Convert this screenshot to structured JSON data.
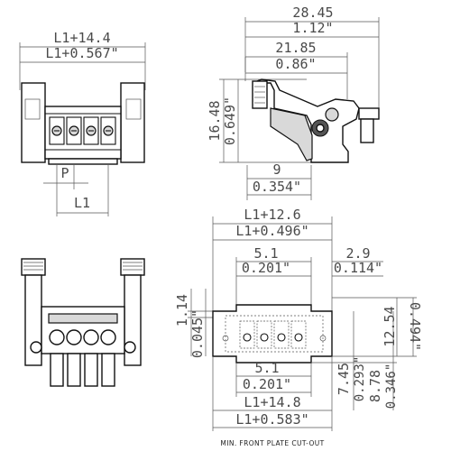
{
  "top_left": {
    "width_mm": "L1+14.4",
    "width_in": "L1+0.567\"",
    "pitch_label": "P",
    "l1_label": "L1"
  },
  "top_right": {
    "overall_mm": "28.45",
    "overall_in": "1.12\"",
    "width_mm": "21.85",
    "width_in": "0.86\"",
    "height_mm": "16.48",
    "height_in": "0.649\"",
    "offset_mm": "9",
    "offset_in": "0.354\""
  },
  "cutout": {
    "top_mm": "L1+12.6",
    "top_in": "L1+0.496\"",
    "left_mm": "5.1",
    "left_in": "0.201\"",
    "right_mm": "2.9",
    "right_in": "0.114\"",
    "side_mm": "1.14",
    "side_in": "0.045\"",
    "right_h_mm": "12.54",
    "right_h_in": "0.494\"",
    "lower_mm": "5.1",
    "lower_in": "0.201\"",
    "h1_mm": "7.45",
    "h1_in": "0.293\"",
    "h2_mm": "8.78",
    "h2_in": "0.346\"",
    "bottom_mm": "L1+14.8",
    "bottom_in": "L1+0.583\"",
    "caption": "MIN. FRONT PLATE CUT-OUT"
  }
}
